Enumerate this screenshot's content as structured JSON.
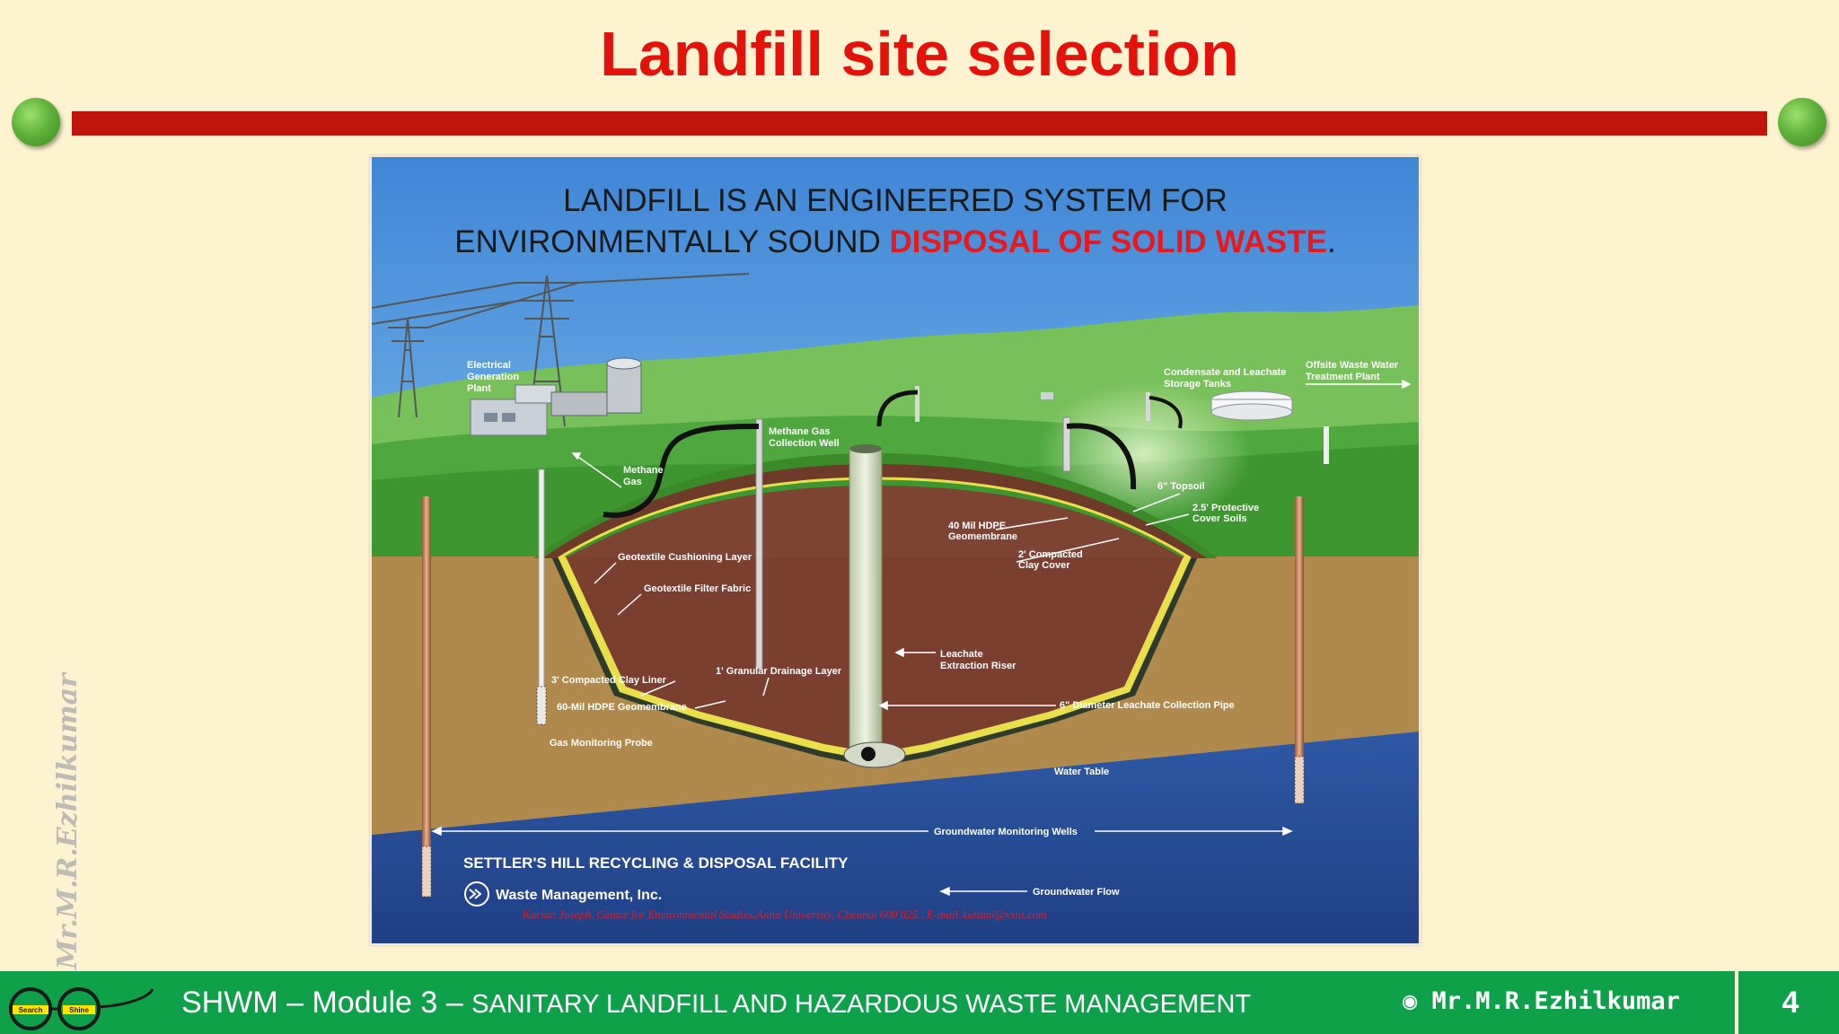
{
  "slide": {
    "title": "Landfill site selection",
    "page_number": "4",
    "watermark": "Mr.M.R.Ezhilkumar"
  },
  "figure": {
    "headline_line1": "LANDFILL IS AN ENGINEERED SYSTEM FOR",
    "headline_line2_black": "ENVIRONMENTALLY SOUND ",
    "headline_line2_red": "DISPOSAL OF SOLID WASTE",
    "headline_period": ".",
    "labels": {
      "electrical_1": "Electrical",
      "electrical_2": "Generation",
      "electrical_3": "Plant",
      "methane_gas_1": "Methane",
      "methane_gas_2": "Gas",
      "methane_well_1": "Methane Gas",
      "methane_well_2": "Collection Well",
      "condensate_1": "Condensate and Leachate",
      "condensate_2": "Storage Tanks",
      "offsite_1": "Offsite Waste Water",
      "offsite_2": "Treatment Plant",
      "topsoil": "6\" Topsoil",
      "protective_1": "2.5' Protective",
      "protective_2": "Cover Soils",
      "hdpe40_1": "40 Mil HDPE",
      "hdpe40_2": "Geomembrane",
      "clay_cover_1": "2' Compacted",
      "clay_cover_2": "Clay Cover",
      "geotextile_cushion": "Geotextile Cushioning Layer",
      "geotextile_filter": "Geotextile Filter Fabric",
      "leachate_riser_1": "Leachate",
      "leachate_riser_2": "Extraction Riser",
      "granular": "1' Granular Drainage Layer",
      "clay_liner": "3' Compacted Clay Liner",
      "hdpe60": "60-Mil HDPE Geomembrane",
      "collection_pipe": "6\" Diameter Leachate Collection Pipe",
      "gas_probe": "Gas Monitoring Probe",
      "water_table": "Water Table",
      "monitoring_wells": "Groundwater Monitoring Wells",
      "groundwater_flow": "Groundwater Flow"
    },
    "facility": "SETTLER'S HILL RECYCLING & DISPOSAL FACILITY",
    "company": "Waste Management, Inc.",
    "credit": "Kurian Joseph, Centre for Environmental Studies,Anna University, Chennai 600 025 , E-mail:kuttani@vsnl.com"
  },
  "footer": {
    "logo_left": "Search",
    "logo_right": "Shine",
    "course_prefix": "SHWM – Module 3 – ",
    "course_rest": "SANITARY LANDFILL AND HAZARDOUS WASTE MANAGEMENT",
    "author": "Mr.M.R.Ezhilkumar"
  },
  "colors": {
    "title": "#e3120b",
    "bar": "#c0150c",
    "footer": "#0fa04a",
    "background": "#fef3d0"
  }
}
